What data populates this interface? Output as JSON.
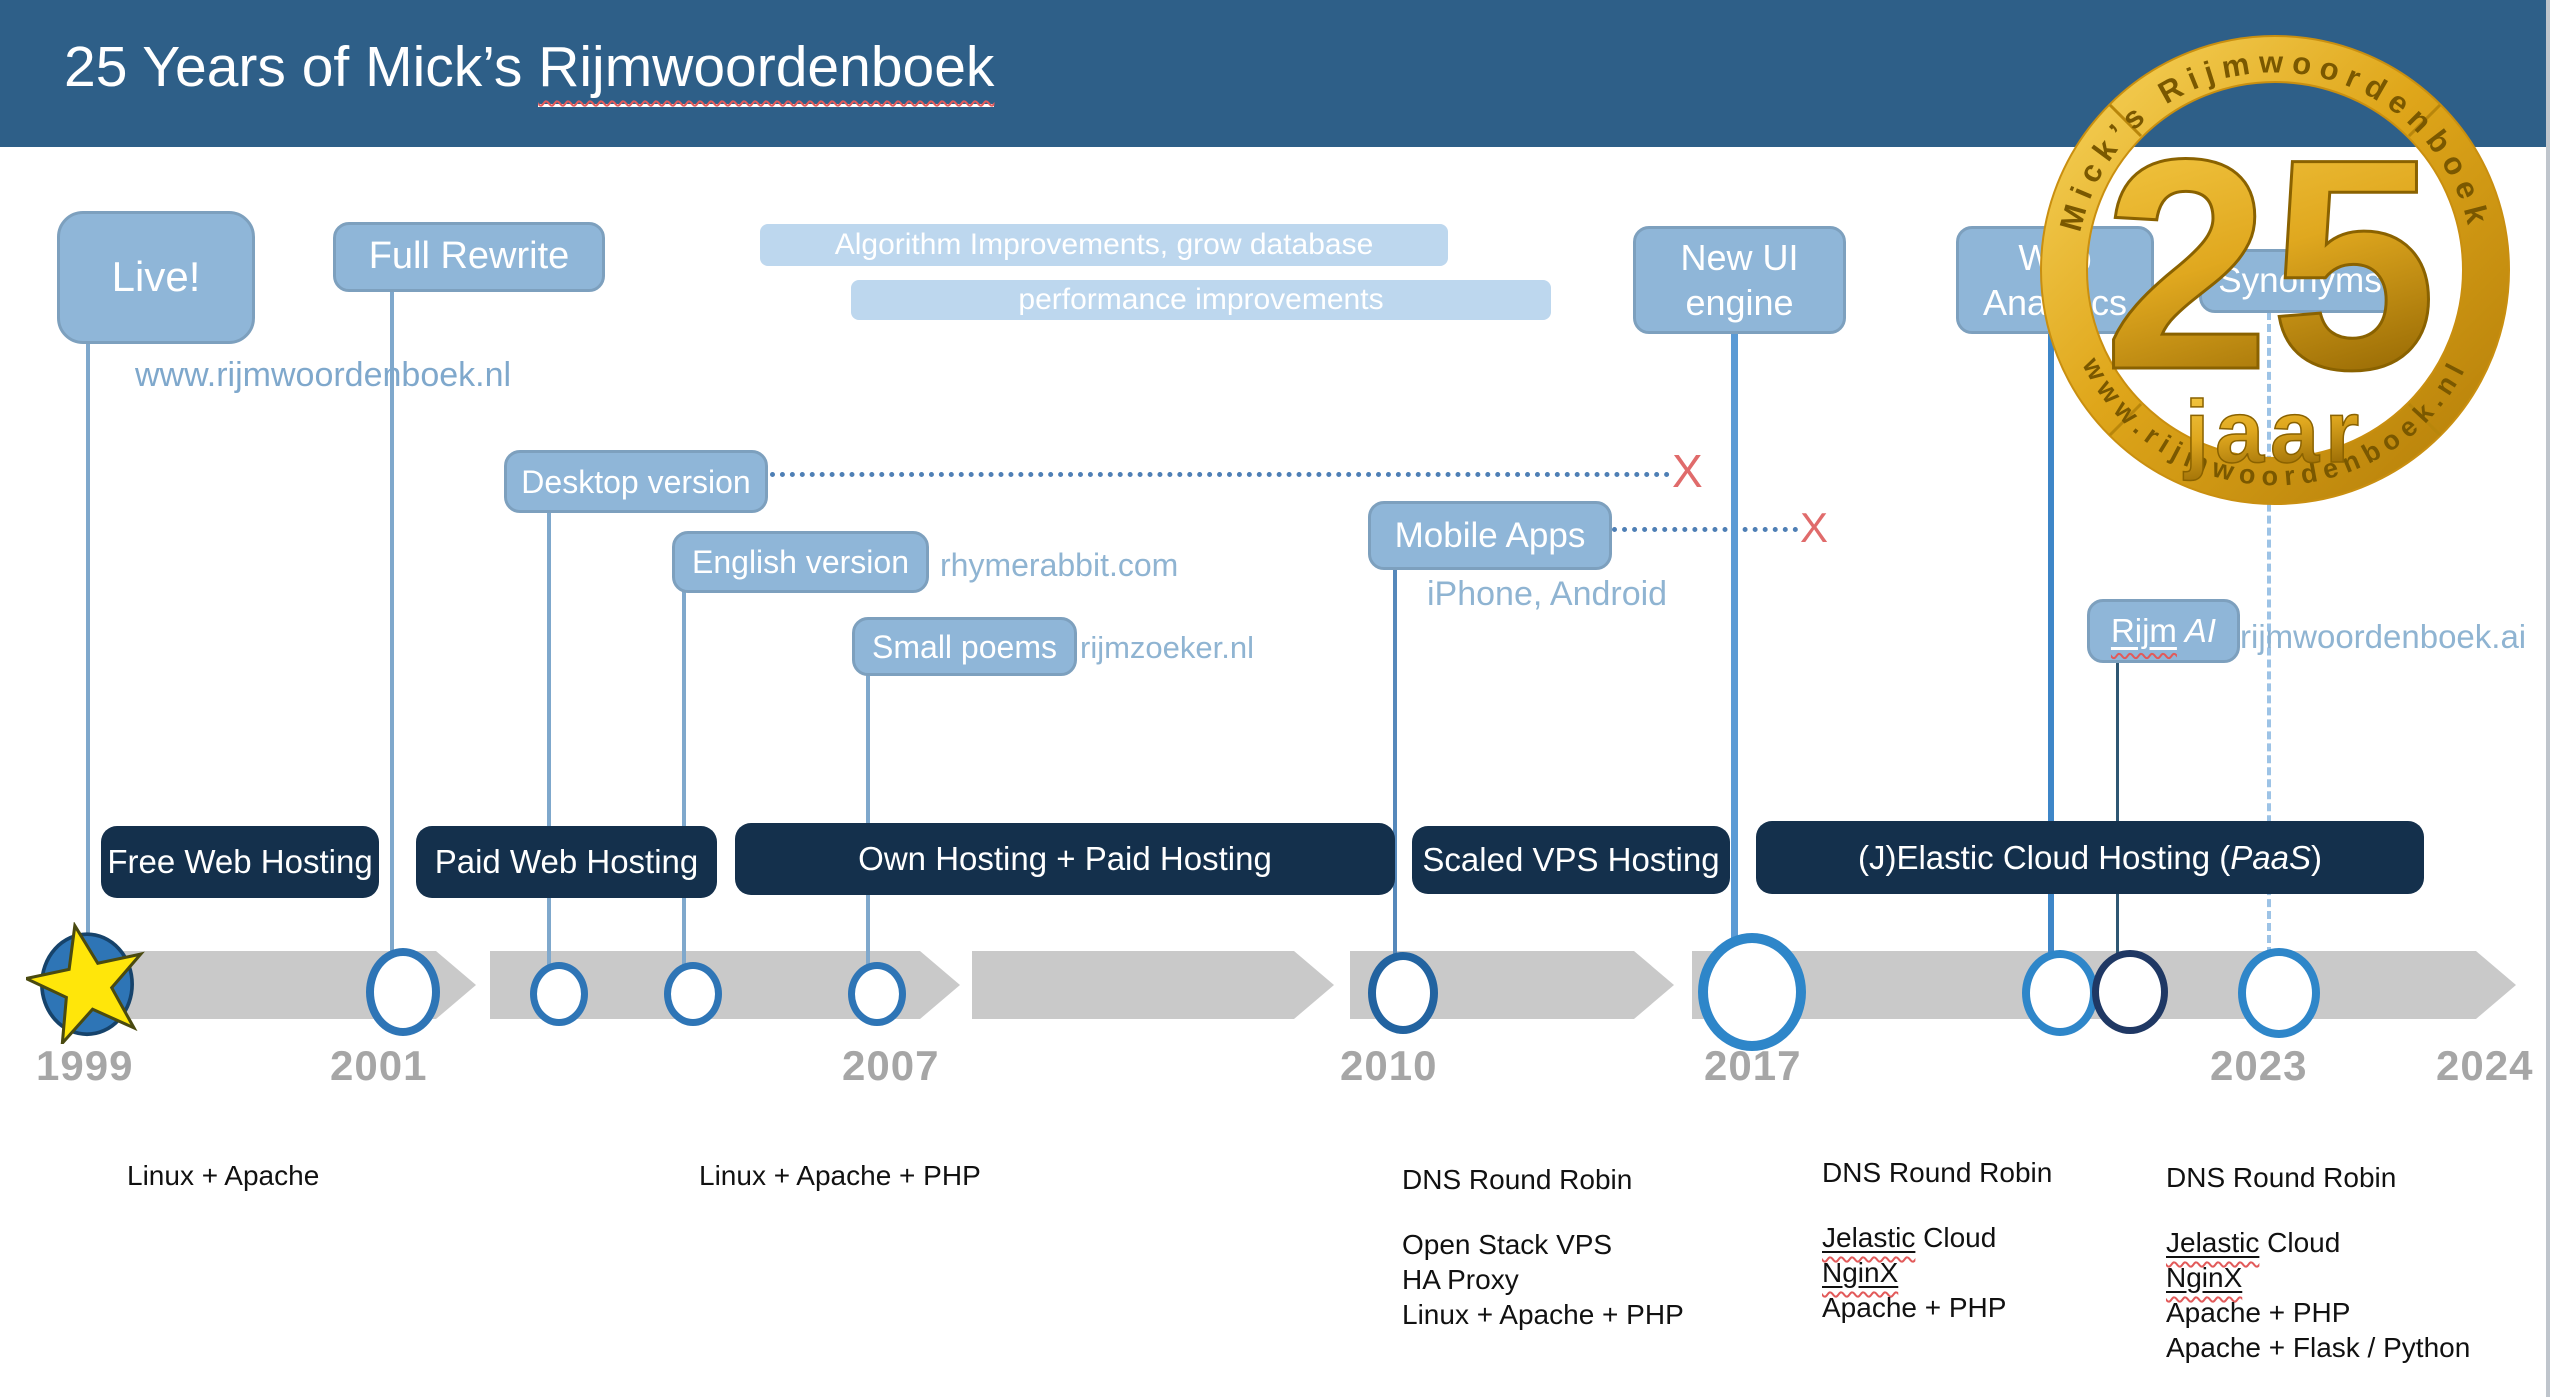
{
  "colors": {
    "header_blue": "#2E5F88",
    "badge_blue": "#8FB6D8",
    "light_bar_blue": "#BDD7EE",
    "navy_bar": "#14304C",
    "timeline_gray": "#C9C9C9",
    "year_gray": "#A6A6A6",
    "gold": "#D9A520",
    "x_mark_red": "#E06B6B",
    "connector_blue": "#7FA8CC"
  },
  "header": {
    "title_prefix": "25 Years of Mick’s ",
    "title_word": "Rijmwoordenboek"
  },
  "gold_badge": {
    "arc_top": "Mick’s Rijmwoordenboek",
    "arc_bottom": "www.rijmwoordenboek.nl",
    "number": "25",
    "word": "jaar"
  },
  "events": {
    "live": {
      "label": "Live!",
      "url": "www.rijmwoordenboek.nl"
    },
    "full_rewrite": {
      "label": "Full Rewrite"
    },
    "improvements_1": "Algorithm Improvements, grow database",
    "improvements_2": "performance improvements",
    "desktop": {
      "label": "Desktop version"
    },
    "english": {
      "label": "English version",
      "site": "rhymerabbit.com"
    },
    "small_poems": {
      "label": "Small poems",
      "site": "rijmzoeker.nl"
    },
    "mobile": {
      "label": "Mobile Apps",
      "platforms": "iPhone, Android"
    },
    "new_ui": {
      "label": "New UI\nengine"
    },
    "web_analytics": {
      "label": "Web\nAnalytics"
    },
    "synonyms": {
      "label": "Synonyms"
    },
    "rijm_ai": {
      "word": "Rijm",
      "suffix": " AI",
      "site": "rijmwoordenboek.ai"
    },
    "discontinued_mark": "X"
  },
  "hosting": {
    "free": "Free Web Hosting",
    "paid": "Paid Web Hosting",
    "own": "Own Hosting + Paid Hosting",
    "vps": "Scaled VPS Hosting",
    "elastic_prefix": "(J)Elastic Cloud Hosting (",
    "elastic_italic": "PaaS",
    "elastic_suffix": ")"
  },
  "years": {
    "y1999": "1999",
    "y2001": "2001",
    "y2007": "2007",
    "y2010": "2010",
    "y2017": "2017",
    "y2023": "2023",
    "y2024": "2024"
  },
  "stacks": {
    "s1999": {
      "l1": "Linux + Apache"
    },
    "s2007": {
      "l1": "Linux + Apache + PHP"
    },
    "s2010": {
      "l1": "DNS Round Robin",
      "l2": "Open Stack VPS",
      "l3": "HA Proxy",
      "l4": "Linux + Apache + PHP"
    },
    "s2017": {
      "l1": "DNS Round Robin",
      "jelastic": "Jelastic",
      "cloud": " Cloud",
      "nginx": "NginX",
      "l4": "Apache + PHP"
    },
    "s2023": {
      "l1": "DNS Round Robin",
      "jelastic": "Jelastic",
      "cloud": " Cloud",
      "nginx": "NginX",
      "l4": "Apache + PHP",
      "l5": "Apache + Flask / Python"
    }
  }
}
